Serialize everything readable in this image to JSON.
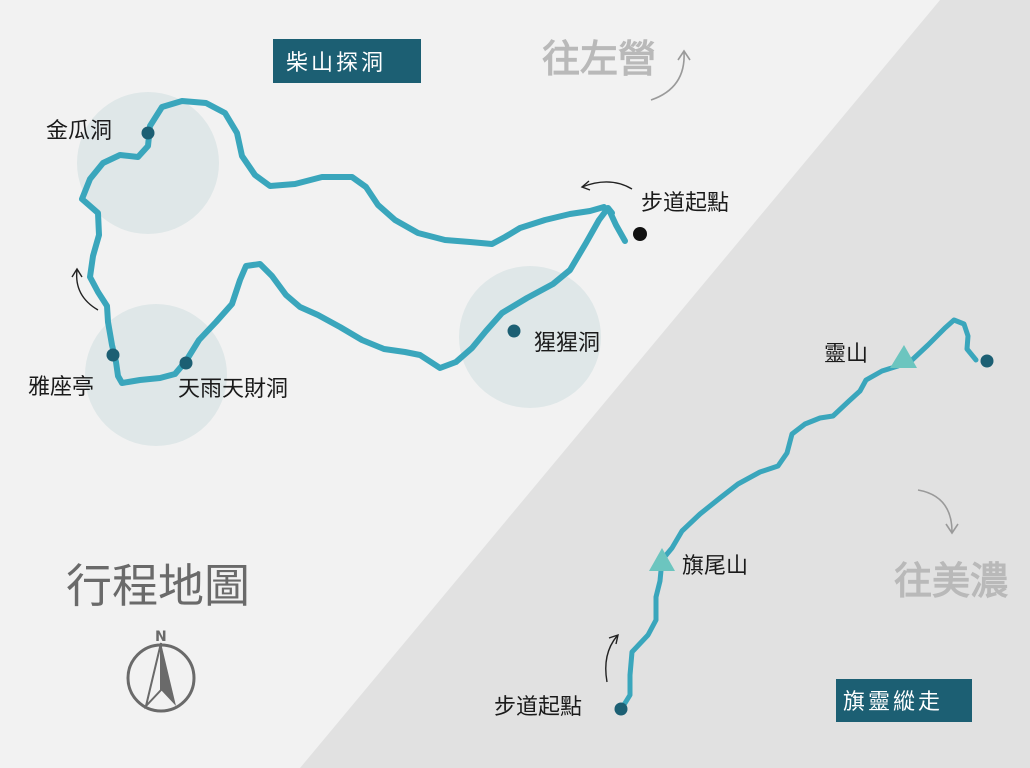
{
  "map_title": "行程地圖",
  "compass_letter": "N",
  "routes": {
    "chaishan": {
      "title": "柴山探洞",
      "start_label": "步道起點",
      "pois": {
        "jingua": "金瓜洞",
        "yazuo": "雅座亭",
        "tianyu": "天雨天財洞",
        "xingxing": "猩猩洞"
      },
      "direction_label": "往左營"
    },
    "qiling": {
      "title": "旗靈縱走",
      "start_label": "步道起點",
      "peaks": {
        "qiwei": "旗尾山",
        "lingshan": "靈山"
      },
      "direction_label": "往美濃"
    }
  },
  "colors": {
    "trail": "#3aa6bc",
    "title_box": "#1c5f73",
    "poi_dot": "#1c5f73",
    "start_dot_left": "#111111",
    "peak_marker": "#6cc5bf",
    "poi_zone": "#dfe7e8",
    "background_left": "#f2f2f2",
    "background_right": "#e1e1e1",
    "direction_text": "#b9b9b9"
  }
}
